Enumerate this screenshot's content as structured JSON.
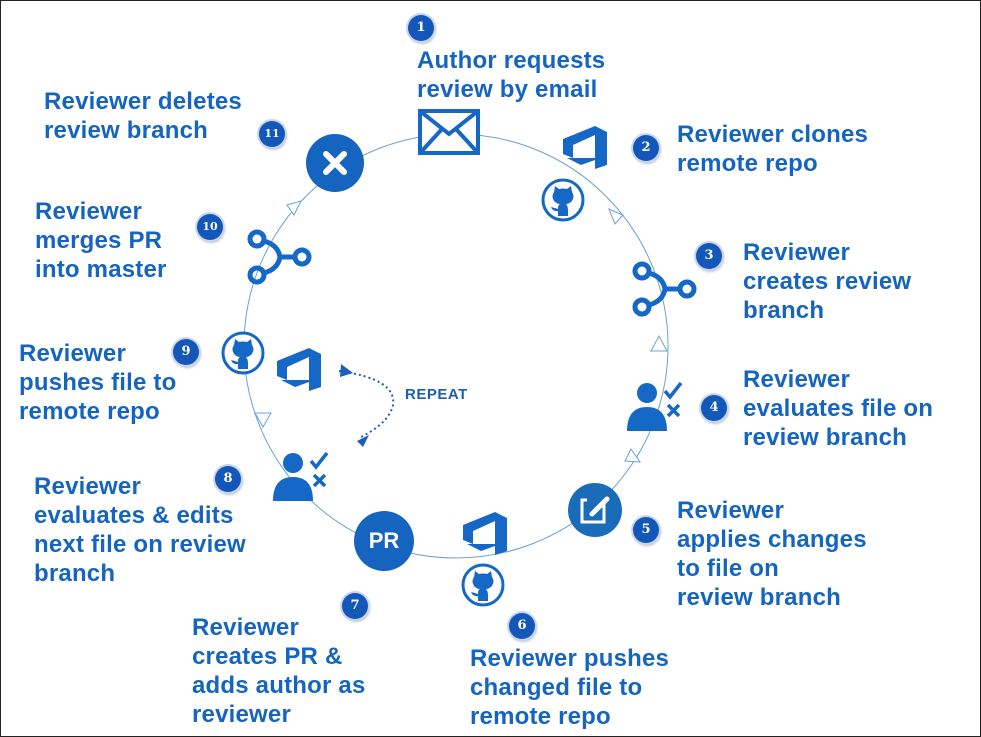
{
  "colors": {
    "primary": "#1565c0",
    "badge": "#1357b8",
    "ring": "#5b9bd5",
    "icon": "#1668c7"
  },
  "steps": [
    {
      "num": "1",
      "text": "Author requests\nreview by email",
      "icon": "mail-icon"
    },
    {
      "num": "2",
      "text": "Reviewer clones\nremote repo",
      "icon": "azure-devops-icon"
    },
    {
      "num": "3",
      "text": "Reviewer\ncreates review\nbranch",
      "icon": "branch-icon"
    },
    {
      "num": "4",
      "text": "Reviewer\nevaluates file on\nreview branch",
      "icon": "user-check-icon"
    },
    {
      "num": "5",
      "text": "Reviewer\napplies changes\nto file on\nreview branch",
      "icon": "edit-icon"
    },
    {
      "num": "6",
      "text": "Reviewer pushes\nchanged file to\nremote repo",
      "icon": "github-icon"
    },
    {
      "num": "7",
      "text": "Reviewer\ncreates PR &\nadds author as\nreviewer",
      "icon": "pr-icon"
    },
    {
      "num": "8",
      "text": "Reviewer\nevaluates & edits\nnext file on review\nbranch",
      "icon": "user-check-icon"
    },
    {
      "num": "9",
      "text": "Reviewer\npushes file to\nremote repo",
      "icon": "github-icon"
    },
    {
      "num": "10",
      "text": "Reviewer\nmerges PR\ninto master",
      "icon": "merge-icon"
    },
    {
      "num": "11",
      "text": "Reviewer deletes\nreview branch",
      "icon": "delete-branch-icon"
    }
  ],
  "pr_label": "PR",
  "repeat_label": "REPEAT"
}
